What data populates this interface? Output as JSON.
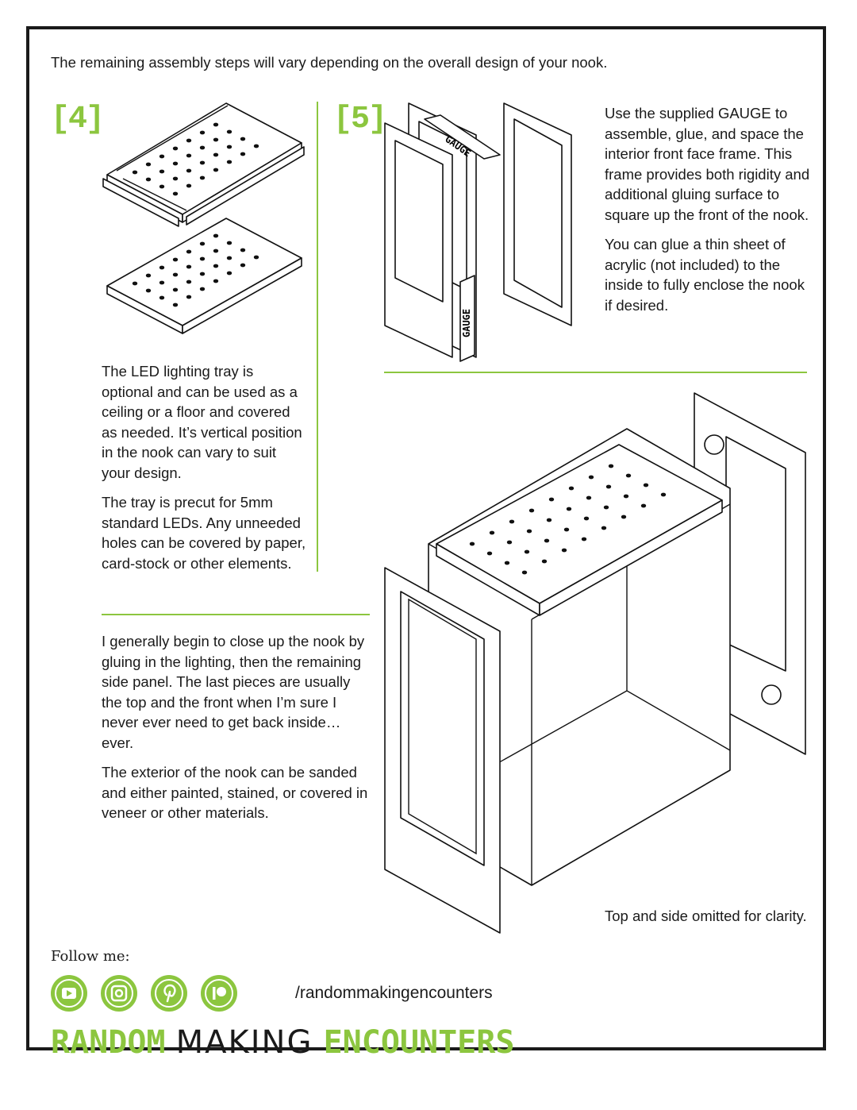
{
  "intro": "The remaining assembly steps will vary depending on the overall design of your nook.",
  "step4": {
    "number": "[4]",
    "paragraphs": [
      "The LED lighting tray is optional and can be used as a ceiling or a floor and covered as needed. It’s vertical position in the nook can vary to suit your design.",
      "The tray is precut for 5mm standard LEDs. Any unneeded holes can be covered by paper, card-stock or other elements."
    ]
  },
  "step5": {
    "number": "[5]",
    "gauge_label": "GAUGE",
    "paragraphs": [
      "Use the supplied GAUGE to assemble, glue, and space the interior front face frame. This frame provides both rigidity and additional gluing surface to square up the front of the nook.",
      "You can glue a thin sheet of acrylic (not included) to the inside to fully enclose the nook if desired."
    ]
  },
  "closing": {
    "paragraphs": [
      "I generally begin to close up the nook by gluing in the lighting, then the remaining side panel. The last pieces are usually the top and the front when I’m sure I never ever need to get back inside… ever.",
      "The exterior of the nook can be sanded and either painted, stained, or covered in veneer or other materials."
    ]
  },
  "caption": "Top and side omitted for clarity.",
  "footer": {
    "follow": "Follow me:",
    "handle": "/randommakingencounters",
    "brand": {
      "part1": "RANDOM",
      "part2": "MAKING",
      "part3": "ENCOUNTERS"
    },
    "social_icons": [
      "youtube-icon",
      "instagram-icon",
      "pinterest-icon",
      "patreon-icon"
    ]
  },
  "colors": {
    "accent": "#8cc63f",
    "text": "#1a1a1a",
    "border": "#1a1a1a"
  }
}
